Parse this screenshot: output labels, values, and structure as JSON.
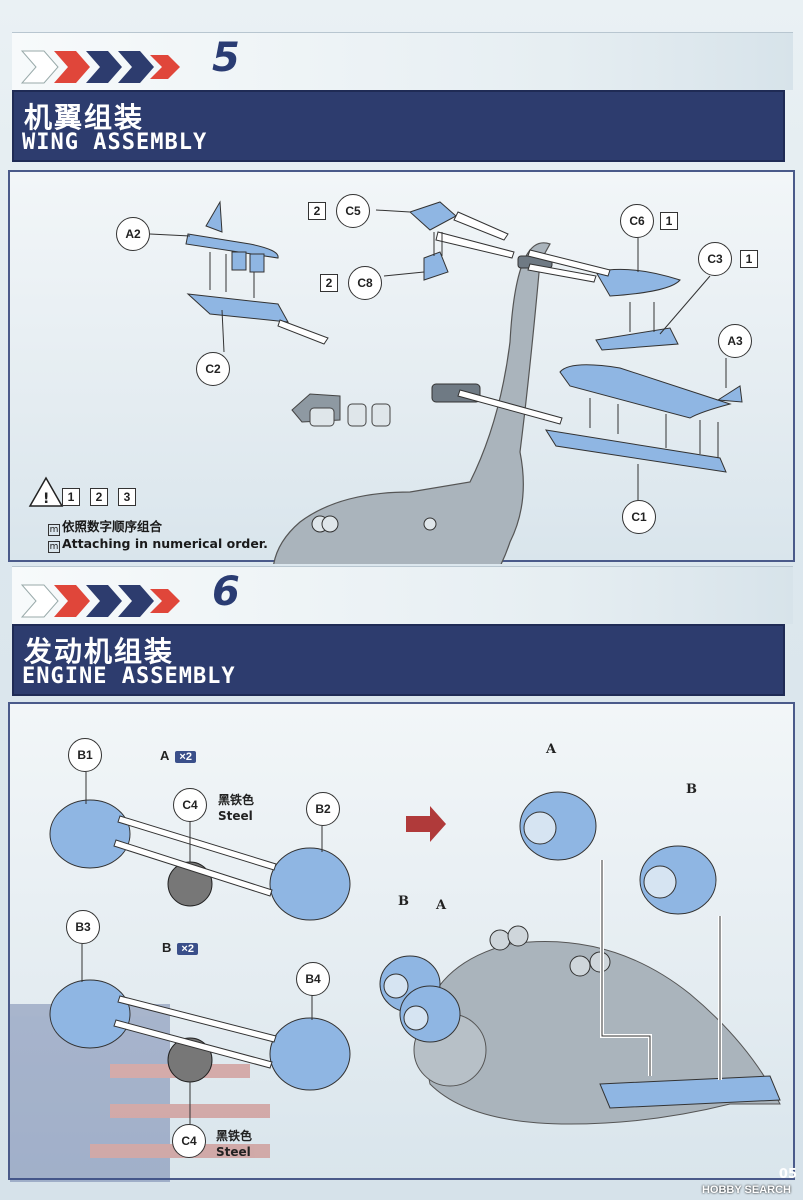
{
  "steps": [
    {
      "number": "5",
      "title_cn": "机翼组装",
      "title_en": "WING ASSEMBLY",
      "callouts": [
        "A2",
        "C2",
        "C5",
        "C8",
        "C6",
        "C3",
        "A3",
        "C1"
      ],
      "order_boxes": {
        "c5": "2",
        "c8": "2",
        "c6": "1",
        "c3": "1"
      },
      "note_boxes": [
        "1",
        "2",
        "3"
      ],
      "note_cn": "依照数字顺序组合",
      "note_en": "Attaching in numerical order."
    },
    {
      "number": "6",
      "title_cn": "发动机组装",
      "title_en": "ENGINE ASSEMBLY",
      "group_a": {
        "label": "A",
        "qty": "×2",
        "parts": [
          "B1",
          "C4",
          "B2"
        ],
        "color_cn": "黑铁色",
        "color_en": "Steel"
      },
      "group_b": {
        "label": "B",
        "qty": "×2",
        "parts": [
          "B3",
          "C4",
          "B4"
        ],
        "color_cn": "黑铁色",
        "color_en": "Steel"
      },
      "engine_labels": [
        "A",
        "B",
        "B",
        "A"
      ]
    }
  ],
  "footer": {
    "logo": "HOBBY SEARCH",
    "page": "05"
  },
  "colors": {
    "part_blue": "#8fb6e3",
    "plane_gray": "#aab4bc",
    "navy": "#2d3c6e",
    "red_chevron": "#e0463a"
  }
}
